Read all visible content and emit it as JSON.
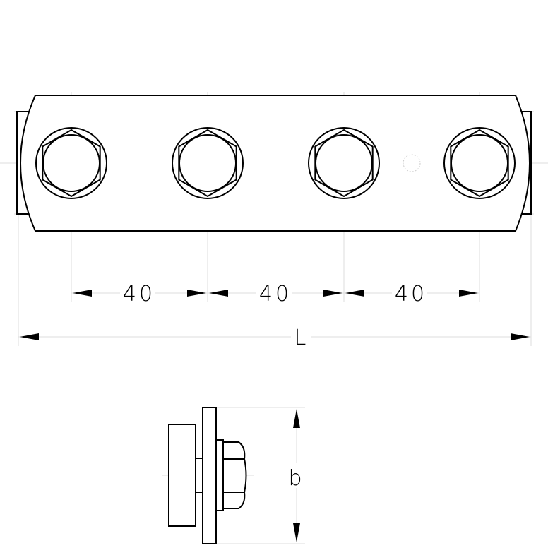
{
  "drawing": {
    "top_view": {
      "bolt_count": 4,
      "spacing_labels": [
        "40",
        "40",
        "40"
      ],
      "length_label": "L"
    },
    "side_view": {
      "width_label": "b"
    },
    "colors": {
      "line": "#000000",
      "center_line": "#d0d0d0"
    }
  }
}
